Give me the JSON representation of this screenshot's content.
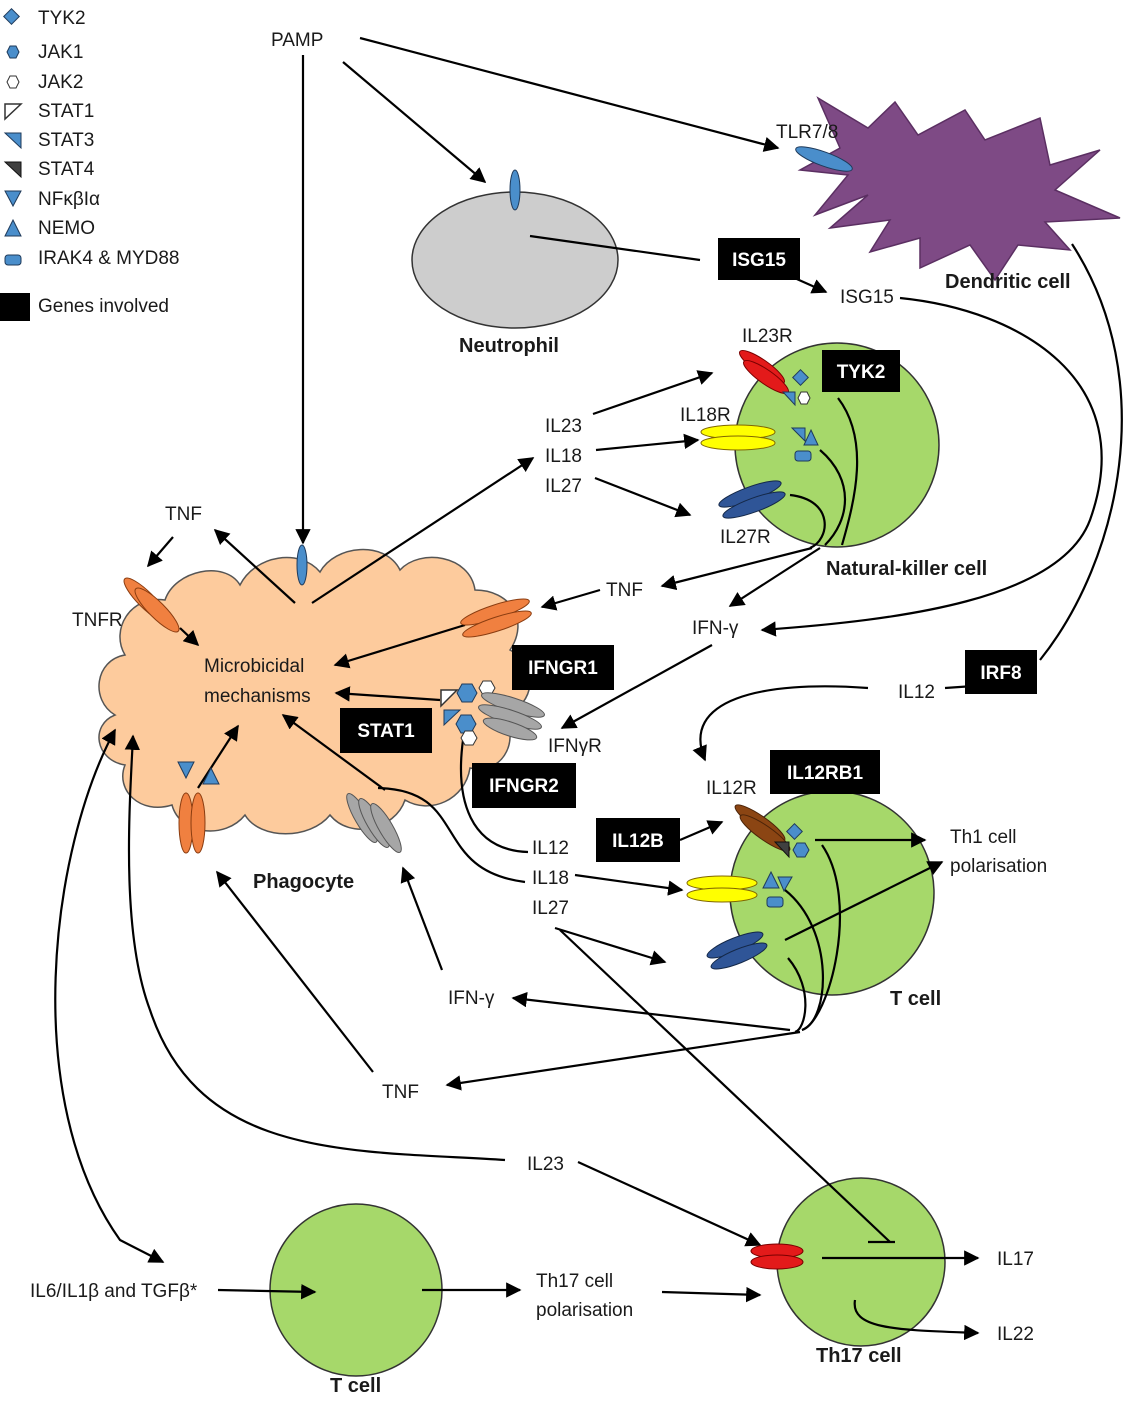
{
  "legend": {
    "items": [
      {
        "label": "TYK2",
        "icon": "diamond-icon"
      },
      {
        "label": "JAK1",
        "icon": "hexagon-blue-icon"
      },
      {
        "label": "JAK2",
        "icon": "hexagon-white-icon"
      },
      {
        "label": "STAT1",
        "icon": "triangle-white-icon"
      },
      {
        "label": "STAT3",
        "icon": "triangle-blue-icon"
      },
      {
        "label": "STAT4",
        "icon": "triangle-dark-icon"
      },
      {
        "label": "NFκβIα",
        "icon": "down-triangle-blue-icon"
      },
      {
        "label": "NEMO",
        "icon": "up-triangle-blue-icon"
      },
      {
        "label": "IRAK4 & MYD88",
        "icon": "rounded-rect-blue-icon"
      }
    ],
    "genes_label": "Genes involved"
  },
  "cells": {
    "dendritic": "Dendritic cell",
    "neutrophil": "Neutrophil",
    "nk": "Natural-killer cell",
    "phagocyte": "Phagocyte",
    "tcell_mid": "T cell",
    "tcell_bottom": "T cell",
    "th17": "Th17 cell"
  },
  "genes": {
    "isg15": "ISG15",
    "tyk2": "TYK2",
    "ifngr1": "IFNGR1",
    "stat1": "STAT1",
    "ifngr2": "IFNGR2",
    "irf8": "IRF8",
    "il12rb1": "IL12RB1",
    "il12b": "IL12B"
  },
  "labels": {
    "pamp": "PAMP",
    "tlr78": "TLR7/8",
    "isg15": "ISG15",
    "il23r": "IL23R",
    "il18r": "IL18R",
    "il27r": "IL27R",
    "il23_top": "IL23",
    "il18_top": "IL18",
    "il27_top": "IL27",
    "tnf_top": "TNF",
    "tnfr": "TNFR",
    "microbicidal_1": "Microbicidal",
    "microbicidal_2": "mechanisms",
    "tnf_nk": "TNF",
    "ifng_nk": "IFN-γ",
    "ifngr": "IFNγR",
    "il12_right": "IL12",
    "il12r": "IL12R",
    "il12_mid": "IL12",
    "il18_mid": "IL18",
    "il27_mid": "IL27",
    "th1_1": "Th1 cell",
    "th1_2": "polarisation",
    "ifng_t": "IFN-γ",
    "tnf_t": "TNF",
    "il23_bottom": "IL23",
    "il6": "IL6/IL1β and TGFβ*",
    "th17pol_1": "Th17 cell",
    "th17pol_2": "polarisation",
    "il17": "IL17",
    "il22": "IL22"
  },
  "colors": {
    "green_cell": "#a6d86a",
    "phagocyte": "#fdcb9d",
    "dendritic": "#7e4a85",
    "neutrophil": "#cdcdcd",
    "blue": "#4a8ecb",
    "orange_receptor": "#f08040",
    "red_receptor": "#e31a1a",
    "yellow_receptor": "#ffff00",
    "navy_receptor": "#2f5597",
    "brown_receptor": "#8b4513",
    "grey_receptor": "#a6a6a6",
    "gene_box": "#000000"
  }
}
